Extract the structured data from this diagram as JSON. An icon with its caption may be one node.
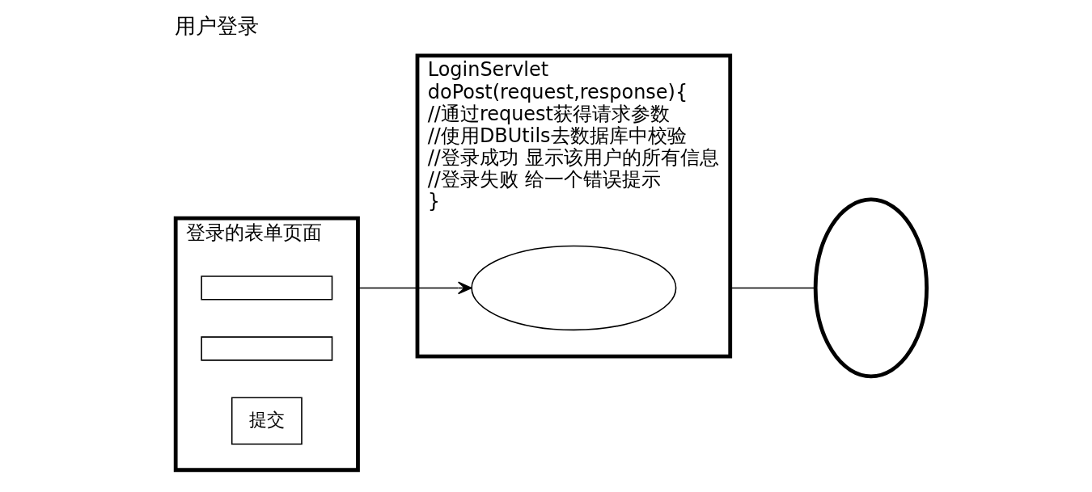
{
  "diagram": {
    "title": "用户登录",
    "nodes": [
      {
        "text": [
          "登录的表单页面"
        ]
      },
      {
        "text": [],
        "shape": "box",
        "in": 0
      },
      {
        "text": [],
        "shape": "box",
        "in": 0
      },
      {
        "text": [
          "提交"
        ],
        "in": 0
      },
      {
        "text": [
          "LoginServlet",
          "doPost(request,response){",
          "//通过request获得请求参数",
          "//使用DBUtils去数据库中校验",
          "//登录成功 显示该用户的所有信息",
          "//登录失败 给一个错误提示",
          "}"
        ]
      },
      {
        "text": [],
        "shape": "ellipse",
        "in": 4
      },
      {
        "text": [],
        "shape": "ellipse"
      }
    ],
    "edges": [
      {
        "from": 0,
        "to": 5,
        "arrow": "to"
      },
      {
        "from": 4,
        "to": 6,
        "arrow": "none"
      }
    ]
  }
}
